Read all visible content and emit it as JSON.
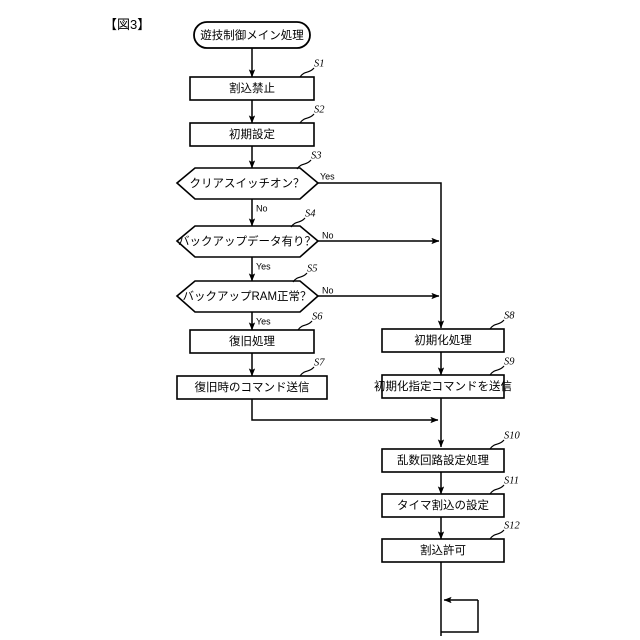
{
  "figure": {
    "label": "【図3】"
  },
  "diagram": {
    "type": "flowchart",
    "title": "遊技制御メイン処理",
    "nodes": [
      {
        "id": "start",
        "shape": "terminal",
        "text": "遊技制御メイン処理",
        "step": ""
      },
      {
        "id": "S1",
        "shape": "process",
        "text": "割込禁止",
        "step": "S1"
      },
      {
        "id": "S2",
        "shape": "process",
        "text": "初期設定",
        "step": "S2"
      },
      {
        "id": "S3",
        "shape": "decision",
        "text": "クリアスイッチオン？",
        "step": "S3"
      },
      {
        "id": "S4",
        "shape": "decision",
        "text": "バックアップデータ有り？",
        "step": "S4"
      },
      {
        "id": "S5",
        "shape": "decision",
        "text": "バックアップRAM正常？",
        "step": "S5"
      },
      {
        "id": "S6",
        "shape": "process",
        "text": "復旧処理",
        "step": "S6"
      },
      {
        "id": "S7",
        "shape": "process",
        "text": "復旧時のコマンド送信",
        "step": "S7"
      },
      {
        "id": "S8",
        "shape": "process",
        "text": "初期化処理",
        "step": "S8"
      },
      {
        "id": "S9",
        "shape": "process",
        "text": "初期化指定コマンドを送信",
        "step": "S9"
      },
      {
        "id": "S10",
        "shape": "process",
        "text": "乱数回路設定処理",
        "step": "S10"
      },
      {
        "id": "S11",
        "shape": "process",
        "text": "タイマ割込の設定",
        "step": "S11"
      },
      {
        "id": "S12",
        "shape": "process",
        "text": "割込許可",
        "step": "S12"
      }
    ],
    "branch_labels": {
      "s3_yes": "Yes",
      "s3_no": "No",
      "s4_no": "No",
      "s4_yes": "Yes",
      "s5_no": "No",
      "s5_yes": "Yes"
    }
  }
}
